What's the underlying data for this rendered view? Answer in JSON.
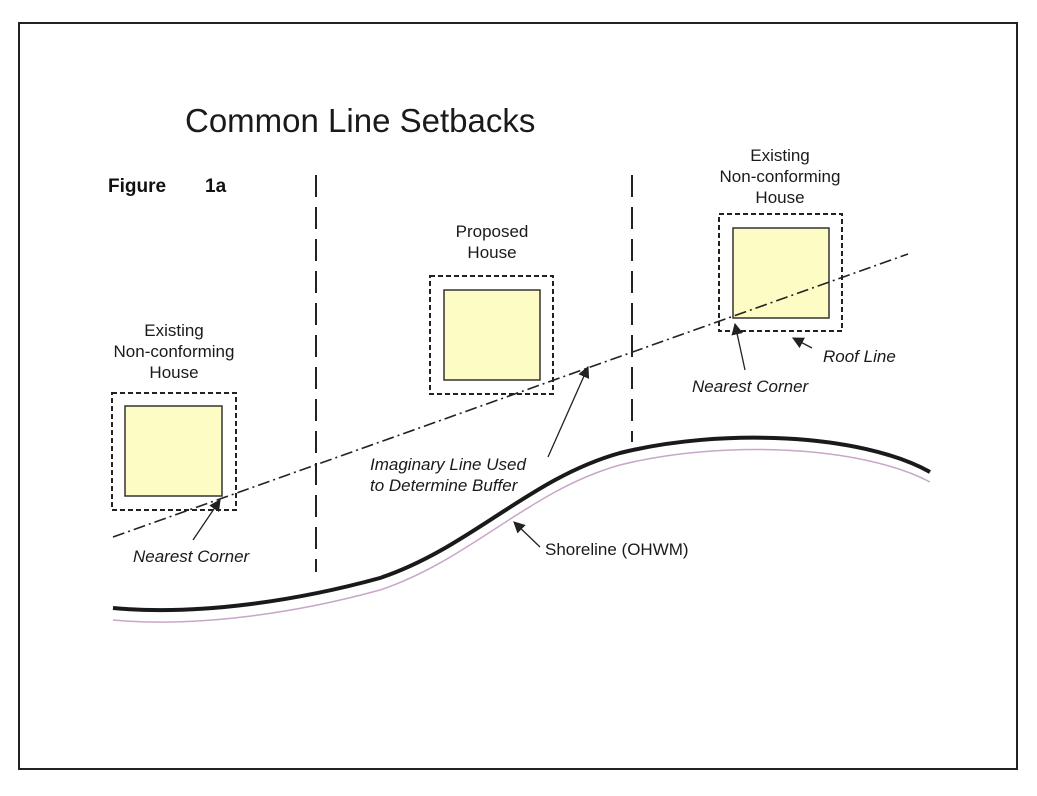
{
  "title": "Common Line Setbacks",
  "figure_label": "Figure",
  "figure_number": "1a",
  "houses": {
    "left": {
      "label_lines": [
        "Existing",
        "Non-conforming",
        "House"
      ]
    },
    "middle": {
      "label_lines": [
        "Proposed",
        "House"
      ]
    },
    "right": {
      "label_lines": [
        "Existing",
        "Non-conforming",
        "House"
      ]
    }
  },
  "annotations": {
    "nearest_corner_left": "Nearest Corner",
    "nearest_corner_right": "Nearest Corner",
    "roof_line": "Roof Line",
    "imaginary_line": [
      "Imaginary Line Used",
      "to Determine Buffer"
    ],
    "shoreline": "Shoreline (OHWM)"
  },
  "colors": {
    "house_fill": "#fdfcc4",
    "shoreline_echo": "#c9a6c9"
  }
}
